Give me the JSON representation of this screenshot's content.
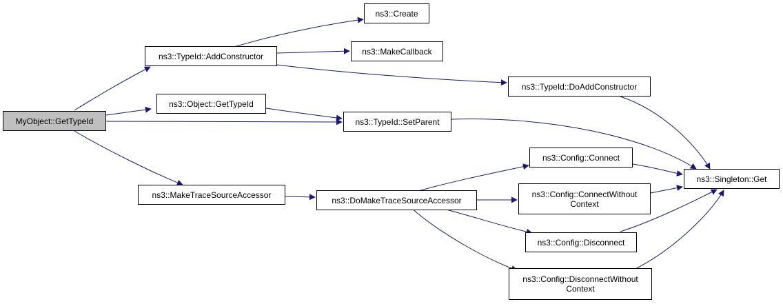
{
  "colors": {
    "edge": "#191970",
    "root_fill": "#bfbfbf",
    "node_fill": "#ffffff",
    "border": "#000000"
  },
  "nodes": {
    "root": "MyObject::GetTypeId",
    "add_constructor": "ns3::TypeId::AddConstructor",
    "get_type_id": "ns3::Object::GetTypeId",
    "make_trace_accessor": "ns3::MakeTraceSourceAccessor",
    "create": "ns3::Create",
    "make_callback": "ns3::MakeCallback",
    "do_add_constructor": "ns3::TypeId::DoAddConstructor",
    "set_parent": "ns3::TypeId::SetParent",
    "do_make_trace_accessor": "ns3::DoMakeTraceSourceAccessor",
    "config_connect": "ns3::Config::Connect",
    "config_connect_wo_ctx": "ns3::Config::ConnectWithout\nContext",
    "config_disconnect": "ns3::Config::Disconnect",
    "config_disconnect_wo_ctx": "ns3::Config::DisconnectWithout\nContext",
    "singleton_get": "ns3::Singleton::Get"
  }
}
